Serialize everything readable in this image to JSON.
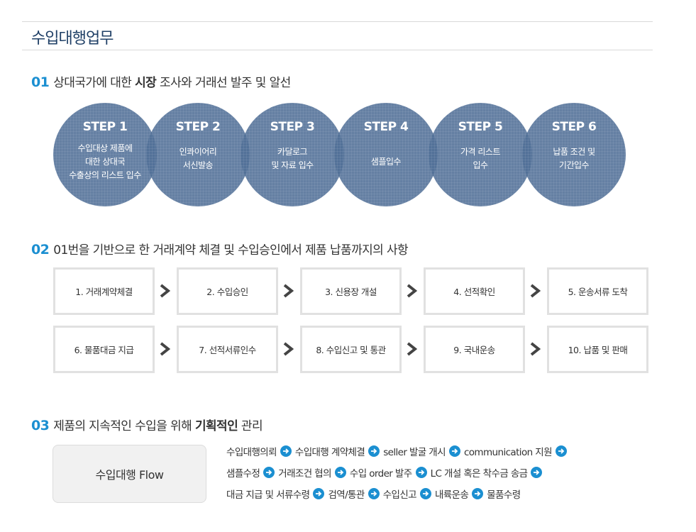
{
  "page_title": "수입대행업무",
  "section1": {
    "num": "01",
    "text_pre": "상대국가에 대한 ",
    "text_bold": "시장",
    "text_post": " 조사와 거래선 발주 및 알선"
  },
  "steps": [
    {
      "title": "STEP 1",
      "lines": [
        "수입대상 제품에",
        "대한 상대국",
        "수출상의 리스트 입수"
      ]
    },
    {
      "title": "STEP 2",
      "lines": [
        "인콰이어리",
        "서신발송"
      ]
    },
    {
      "title": "STEP 3",
      "lines": [
        "카달로그",
        "및 자료 입수"
      ]
    },
    {
      "title": "STEP 4",
      "lines": [
        "샘플입수"
      ]
    },
    {
      "title": "STEP 5",
      "lines": [
        "가격 리스트",
        "입수"
      ]
    },
    {
      "title": "STEP 6",
      "lines": [
        "납품 조건 및",
        "기간입수"
      ]
    }
  ],
  "section2": {
    "num": "02",
    "text": "01번을 기반으로 한 거래계약 체결 및 수입승인에서 제품 납품까지의 사항"
  },
  "process_rows": [
    [
      "1. 거래계약체결",
      "2. 수입승인",
      "3. 신용장 개설",
      "4. 선적확인",
      "5. 운송서류 도착"
    ],
    [
      "6. 물품대금 지급",
      "7. 선적서류인수",
      "8. 수입신고 및 통관",
      "9. 국내운송",
      "10. 납품 및 판매"
    ]
  ],
  "section3": {
    "num": "03",
    "text_pre": "제품의 지속적인 수입을 위해 ",
    "text_bold": "기획적인",
    "text_post": " 관리"
  },
  "flow_label": "수입대행 Flow",
  "flow_lines": [
    {
      "items": [
        "수입대행의뢰",
        "수입대행 계약체결",
        "seller 발굴 개시",
        "communication 지원"
      ],
      "trailing_arrow": true
    },
    {
      "items": [
        "샘플수정",
        "거래조건 협의",
        "수입 order 발주",
        "LC 개설 혹은 착수금 송금"
      ],
      "trailing_arrow": true
    },
    {
      "items": [
        "대금 지급 및 서류수령",
        "검역/통관",
        "수입신고",
        "내륙운송",
        "물품수령"
      ],
      "trailing_arrow": false
    }
  ],
  "colors": {
    "title": "#1f3f66",
    "accent": "#1b8fd1",
    "step_circle": "#506e96",
    "box_border": "#e1e1e1",
    "arrow_dark": "#444444"
  },
  "icons": {
    "process_arrow": "chevron-right-icon",
    "flow_arrow": "circle-arrow-right-icon"
  }
}
